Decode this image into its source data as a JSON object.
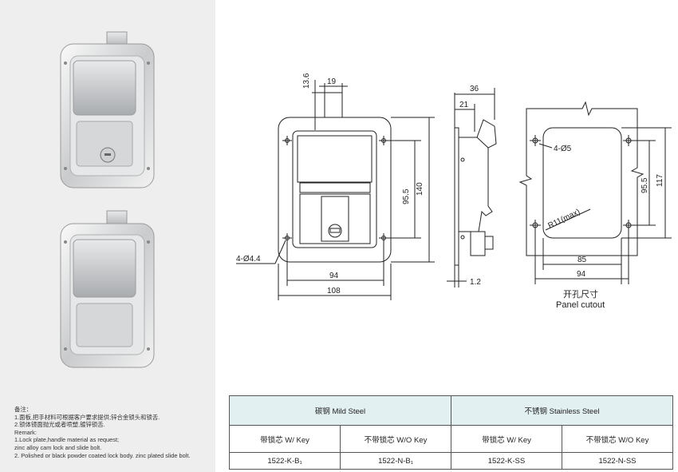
{
  "remarks": {
    "title": "备注：",
    "lines": [
      "1.面板,把手材料可根据客户要求提供;锌合金锁头和锁舌.",
      "2.锁体镜面抛光或者喷塑,镀锌锁舌.",
      "Remark:",
      "1.Lock plate,handle material as request;",
      "zinc alloy cam lock and slide bolt.",
      "2. Polished or black powder coated lock body. zinc plated slide bolt."
    ]
  },
  "front_view": {
    "dims": {
      "top_offset": "13.6",
      "slide_width": "19",
      "hole_spacing_v": "95.5",
      "total_height": "140",
      "hole_spacing_h": "94",
      "total_width": "108",
      "holes": "4-Ø4.4"
    }
  },
  "side_view": {
    "dims": {
      "depth": "36",
      "inner_depth": "21",
      "plate_thickness": "1.2"
    }
  },
  "cutout_view": {
    "dims": {
      "holes": "4-Ø5",
      "radius": "R11(max)",
      "height_inner": "95.5",
      "height_outer": "117",
      "width_inner": "85",
      "width_outer": "94"
    },
    "caption_cn": "开孔尺寸",
    "caption_en": "Panel cutout"
  },
  "table": {
    "materials": [
      "碳钢 Mild Steel",
      "不锈钢 Stainless Steel"
    ],
    "subheaders": [
      "带锁芯 W/ Key",
      "不带锁芯 W/O Key",
      "带锁芯 W/ Key",
      "不带锁芯 W/O Key"
    ],
    "codes": [
      "1522-K-B₁",
      "1522-N-B₁",
      "1522-K-SS",
      "1522-N-SS"
    ]
  }
}
